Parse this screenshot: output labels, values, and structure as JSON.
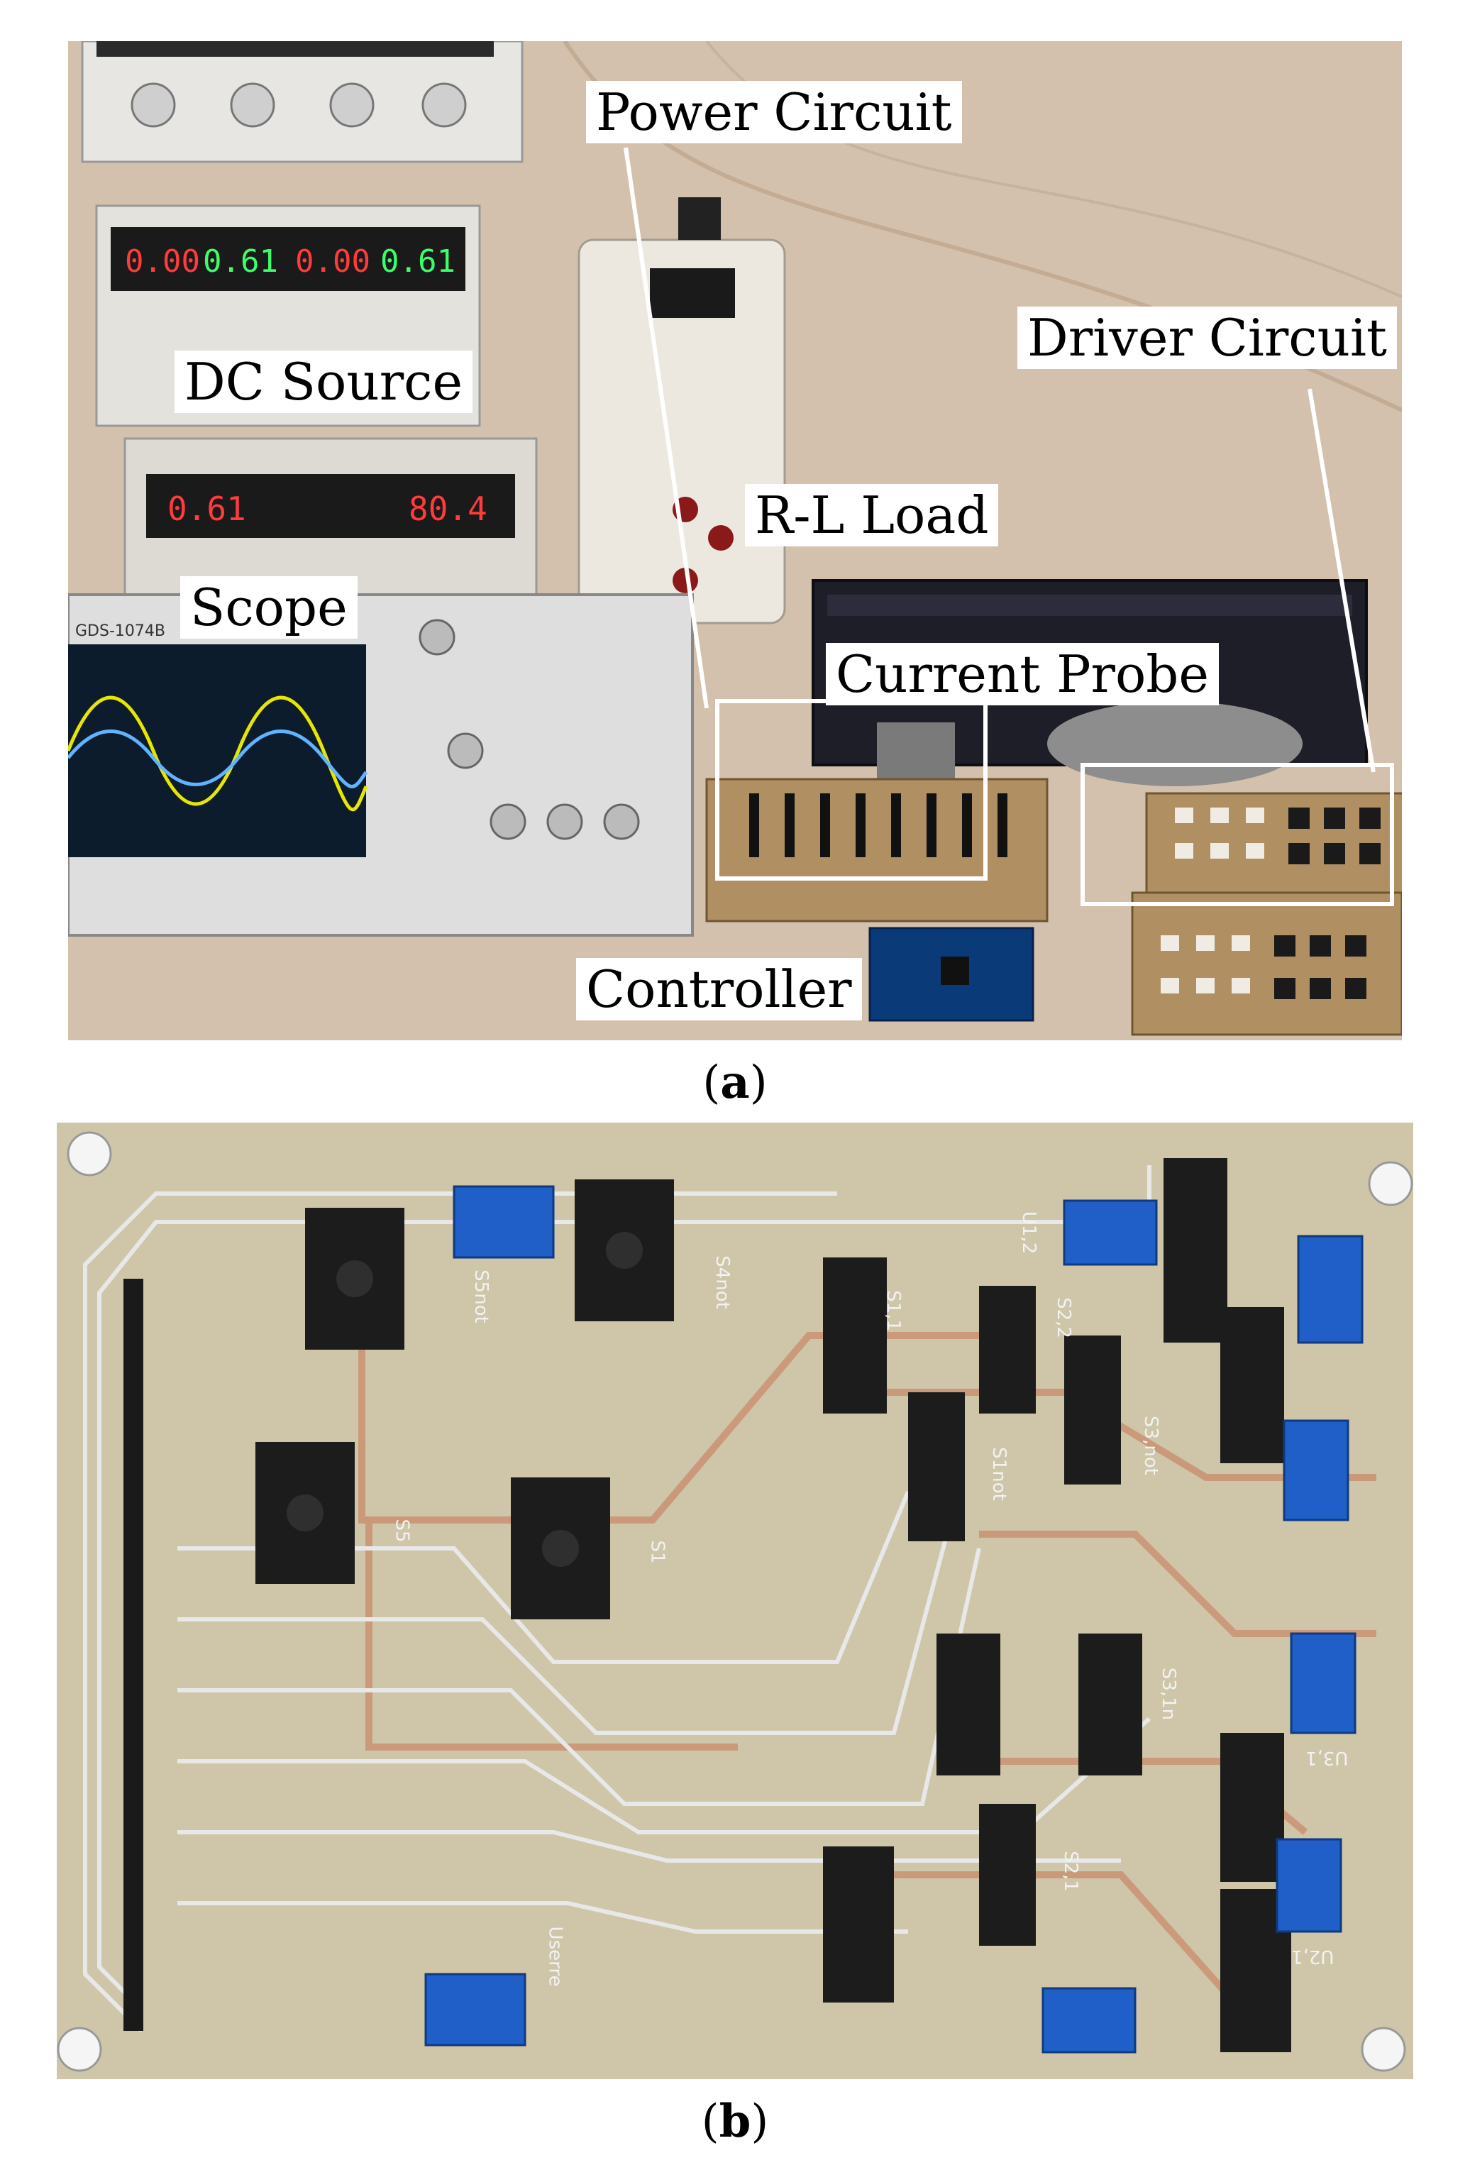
{
  "figure": {
    "panel_a": {
      "caption_label": "a",
      "callouts": {
        "power_circuit": "Power Circuit",
        "dc_source": "DC Source",
        "driver_circuit": "Driver Circuit",
        "rl_load": "R-L Load",
        "scope": "Scope",
        "current_probe": "Current Probe",
        "controller": "Controller"
      },
      "instrument_readouts": {
        "psu_current": "0.00",
        "psu_voltage": "0.61",
        "psu_current_2": "0.00",
        "psu_voltage_2": "0.61",
        "psu2_left": "0.61",
        "psu2_right": "80.4",
        "scope_model": "GDS-1074B"
      }
    },
    "panel_b": {
      "caption_label": "b",
      "silkscreen": [
        "S5not",
        "S4not",
        "S5",
        "S1",
        "S1,1",
        "S2,2",
        "S1not",
        "S3,not",
        "S3,1n",
        "S2,1",
        "U1,2",
        "U3,1",
        "U2,1",
        "Userre"
      ]
    }
  }
}
